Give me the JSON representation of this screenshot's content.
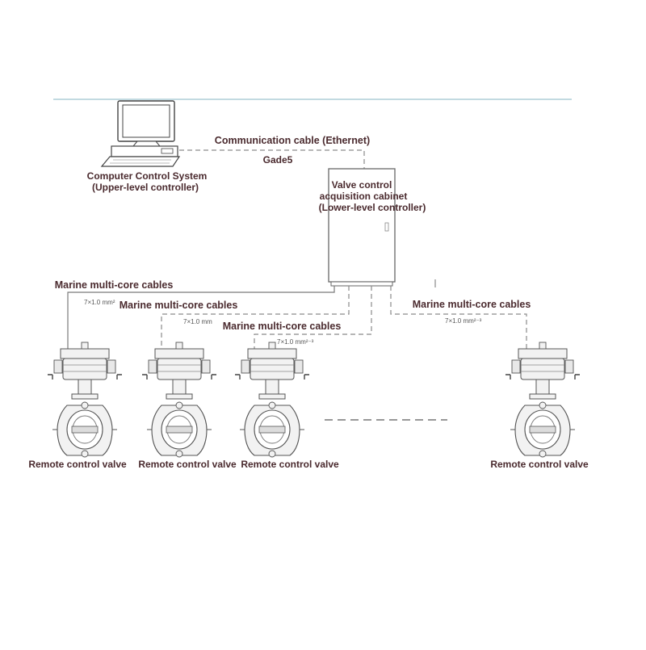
{
  "colors": {
    "label_text": "#4a2a2e",
    "top_rule": "#9ec4cf",
    "line": "#8a8a8a",
    "valve_body": "#f2f2f2",
    "valve_outline": "#555555"
  },
  "icons": [
    "computer-icon",
    "cabinet-icon",
    "butterfly-valve-icon"
  ],
  "computer": {
    "name": "Computer Control System",
    "role": "(Upper-level controller)"
  },
  "communication": {
    "label": "Communication cable (Ethernet)",
    "sublabel": "Gade5"
  },
  "cabinet": {
    "line1": "Valve control",
    "line2": "acquisition cabinet",
    "line3": "(Lower-level controller)"
  },
  "cables": [
    {
      "label": "Marine multi-core cables",
      "spec": "7×1.0 mm²"
    },
    {
      "label": "Marine multi-core cables",
      "spec": "7×1.0 mm"
    },
    {
      "label": "Marine multi-core cables",
      "spec": "7×1.0 mm²⁻³"
    },
    {
      "label": "Marine multi-core cables",
      "spec": "7×1.0 mm²⁻³"
    }
  ],
  "valves": [
    {
      "label": "Remote control valve"
    },
    {
      "label": "Remote control valve"
    },
    {
      "label": "Remote control valve"
    },
    {
      "label": "Remote control valve"
    }
  ]
}
